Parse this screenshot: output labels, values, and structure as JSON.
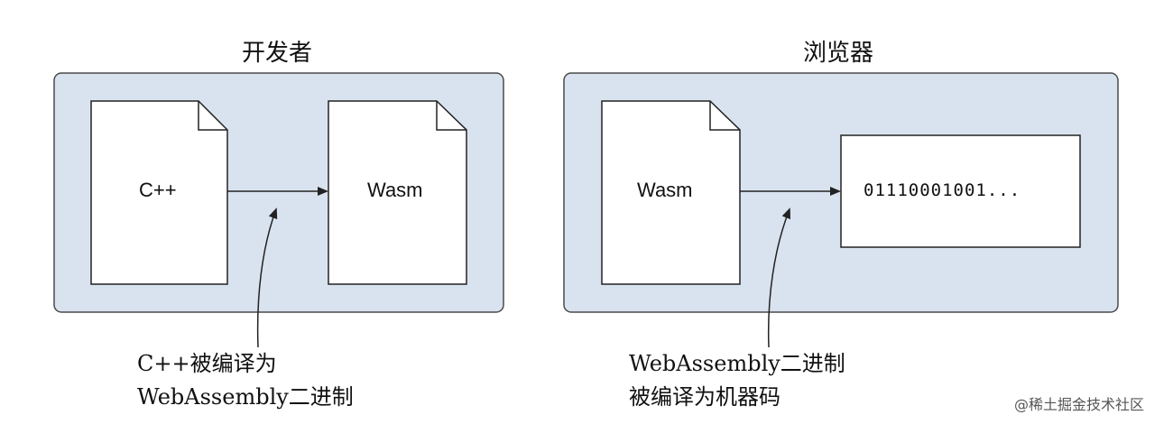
{
  "colors": {
    "panel_fill": "#d9e3f0",
    "panel_stroke": "#4a4a4a",
    "doc_fill": "#ffffff",
    "line": "#222222"
  },
  "developer_panel": {
    "title": "开发者",
    "source_file": "C++",
    "output_file": "Wasm",
    "caption": [
      "C++被编译为",
      "WebAssembly二进制"
    ]
  },
  "browser_panel": {
    "title": "浏览器",
    "input_file": "Wasm",
    "machine_code": "01110001001...",
    "caption": [
      "WebAssembly二进制",
      "被编译为机器码"
    ]
  },
  "watermark": "@稀土掘金技术社区"
}
